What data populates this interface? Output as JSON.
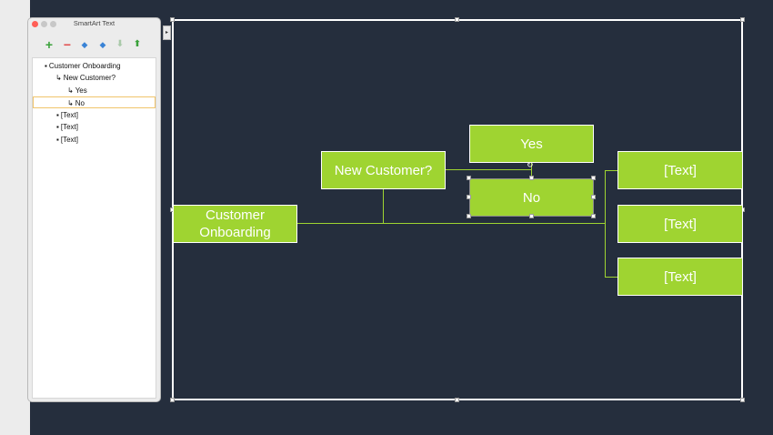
{
  "pane": {
    "title": "SmartArt Text",
    "items": [
      {
        "bullet": "▪",
        "label": "Customer Onboarding"
      },
      {
        "bullet": "↳",
        "label": "New Customer?"
      },
      {
        "bullet": "↳",
        "label": "Yes"
      },
      {
        "bullet": "↳",
        "label": "No"
      },
      {
        "bullet": "▪",
        "label": "[Text]"
      },
      {
        "bullet": "▪",
        "label": "[Text]"
      },
      {
        "bullet": "▪",
        "label": "[Text]"
      }
    ],
    "toolbar": {
      "add": "+",
      "remove": "−",
      "left": "◆",
      "right": "◆",
      "down": "⬇",
      "up": "⬆"
    },
    "toggle": "▸"
  },
  "diagram": {
    "root": "Customer Onboarding",
    "question": "New Customer?",
    "yes": "Yes",
    "no": "No",
    "rotate_glyph": "↻",
    "right_nodes": [
      "[Text]",
      "[Text]",
      "[Text]"
    ]
  },
  "colors": {
    "canvas": "#252e3d",
    "node": "#9fd431",
    "add_icon": "#3aa13a",
    "remove_icon": "#e04b4b",
    "arrow_icon": "#3a83d6"
  }
}
